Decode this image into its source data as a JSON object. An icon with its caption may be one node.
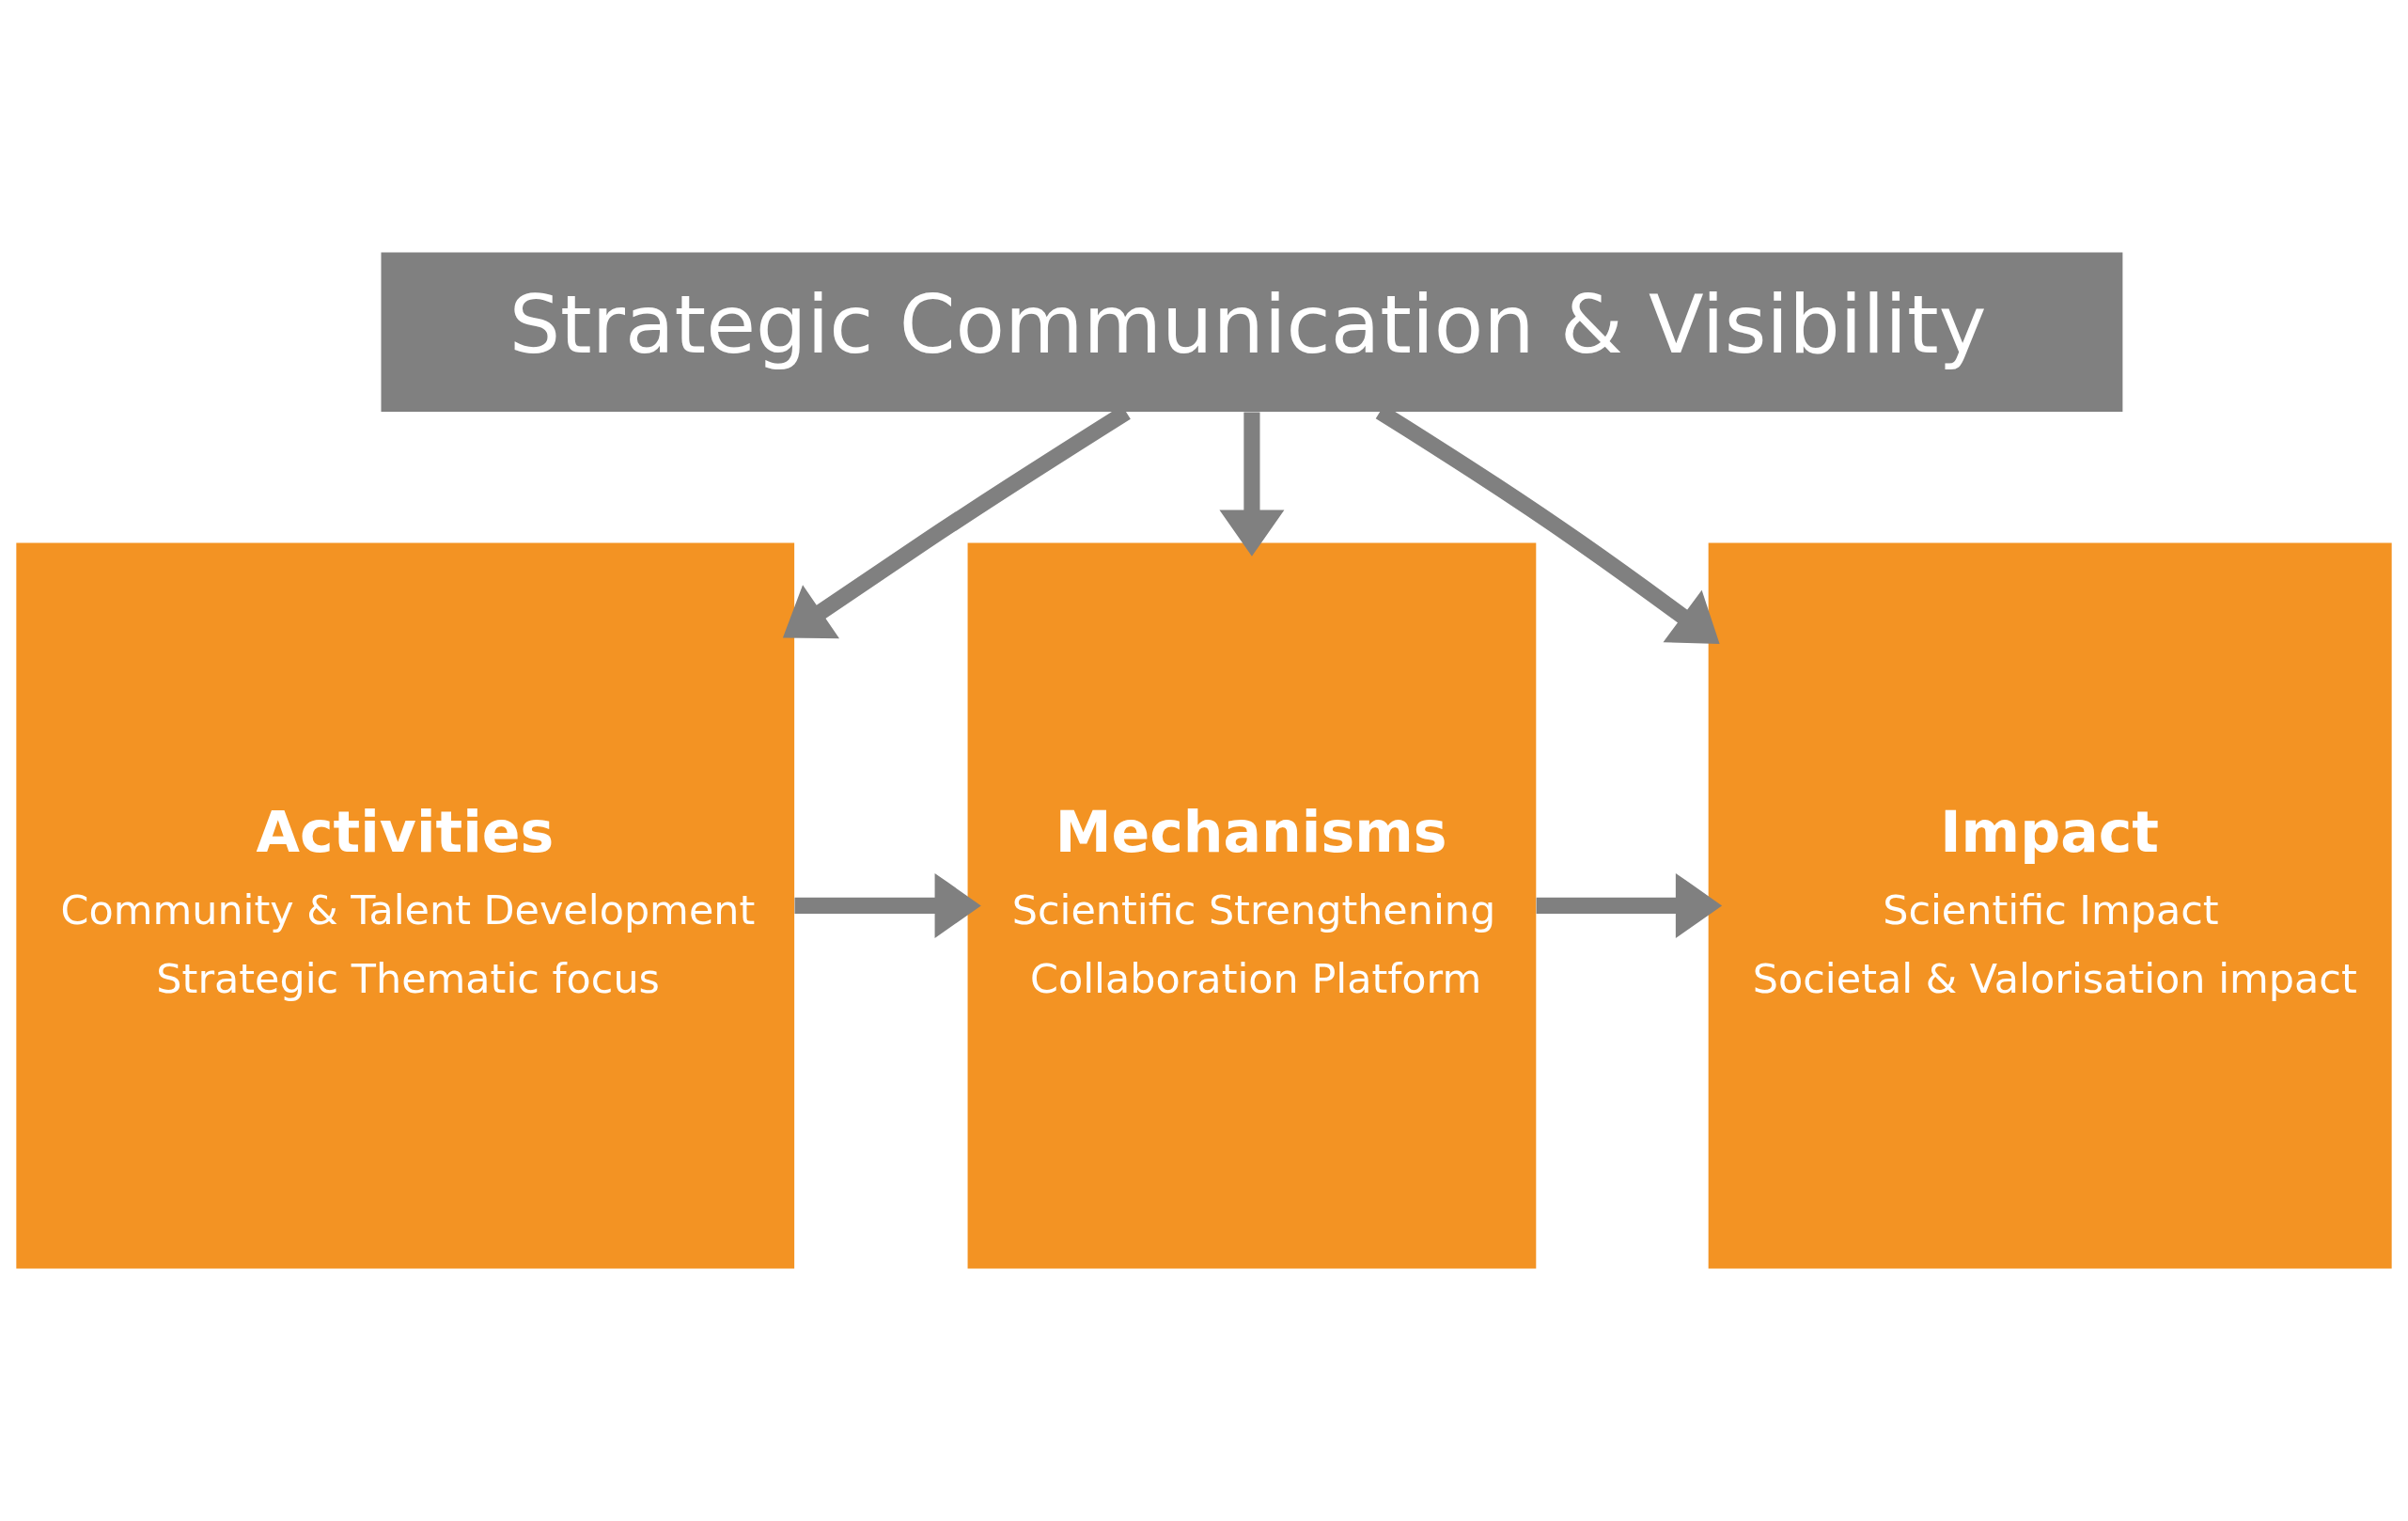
{
  "diagram": {
    "nodes": [
      {
        "text": [
          "Strategic Communication & Visibility"
        ]
      },
      {
        "text": [
          "Activities",
          "Community & Talent Development",
          "Strategic Thematic focus"
        ]
      },
      {
        "text": [
          "Mechanisms",
          "Scientific Strengthening",
          "Collaboration Platform"
        ]
      },
      {
        "text": [
          "Impact",
          "Scientific Impact",
          "Societal & Valorisation impact"
        ]
      }
    ],
    "edges": [
      {
        "from": 0,
        "to": 1,
        "arrow": "to"
      },
      {
        "from": 0,
        "to": 2,
        "arrow": "to"
      },
      {
        "from": 0,
        "to": 3,
        "arrow": "to"
      },
      {
        "from": 1,
        "to": 2,
        "arrow": "to"
      },
      {
        "from": 2,
        "to": 3,
        "arrow": "to"
      }
    ]
  }
}
